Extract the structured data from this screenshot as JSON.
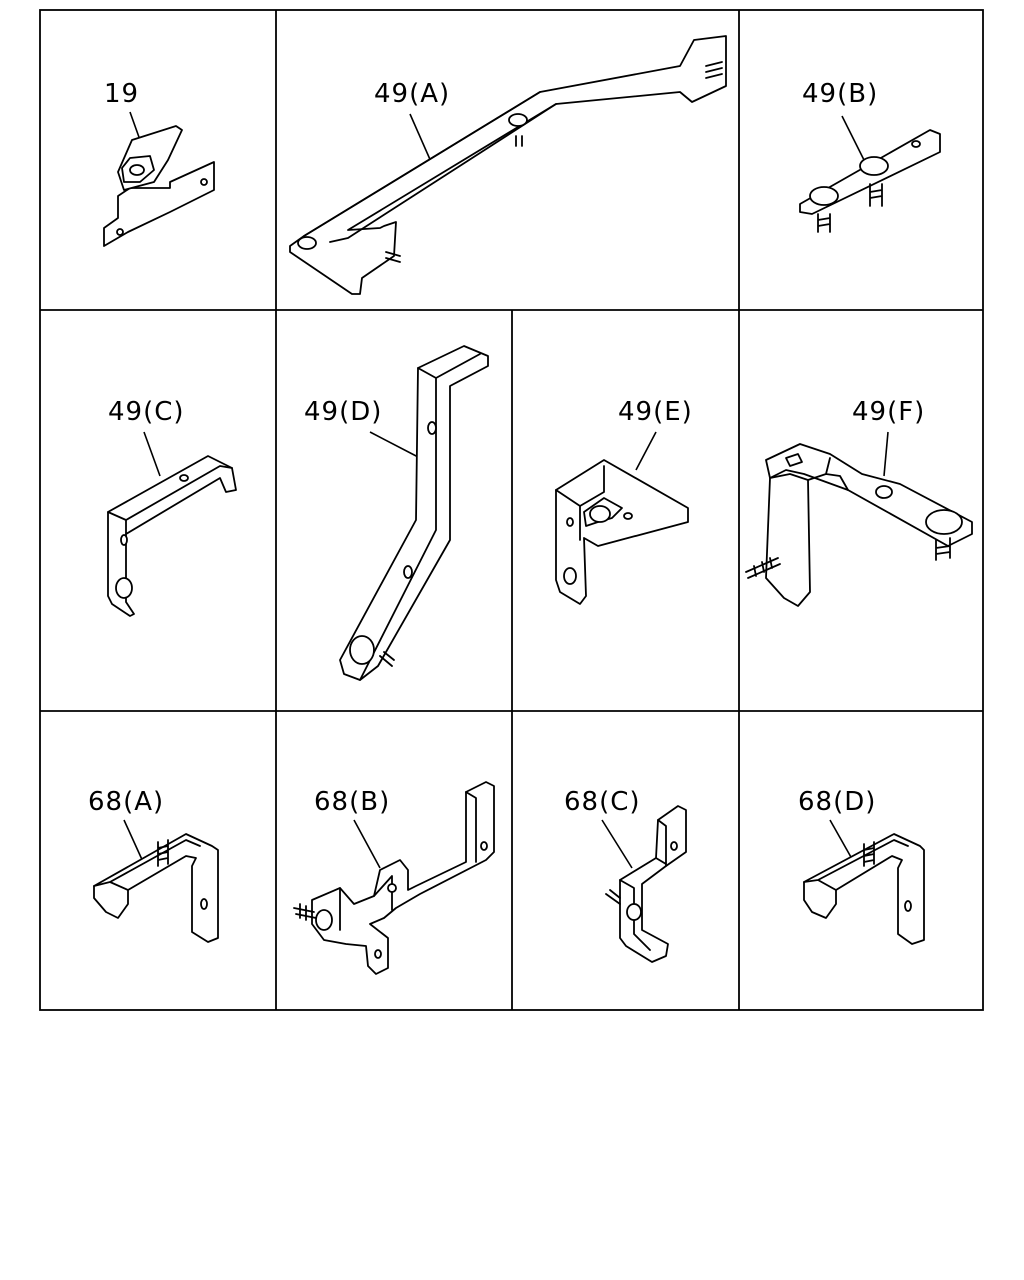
{
  "parts": [
    {
      "id": "p19",
      "label": "19"
    },
    {
      "id": "p49a",
      "label": "49(A)"
    },
    {
      "id": "p49b",
      "label": "49(B)"
    },
    {
      "id": "p49c",
      "label": "49(C)"
    },
    {
      "id": "p49d",
      "label": "49(D)"
    },
    {
      "id": "p49e",
      "label": "49(E)"
    },
    {
      "id": "p49f",
      "label": "49(F)"
    },
    {
      "id": "p68a",
      "label": "68(A)"
    },
    {
      "id": "p68b",
      "label": "68(B)"
    },
    {
      "id": "p68c",
      "label": "68(C)"
    },
    {
      "id": "p68d",
      "label": "68(D)"
    }
  ]
}
